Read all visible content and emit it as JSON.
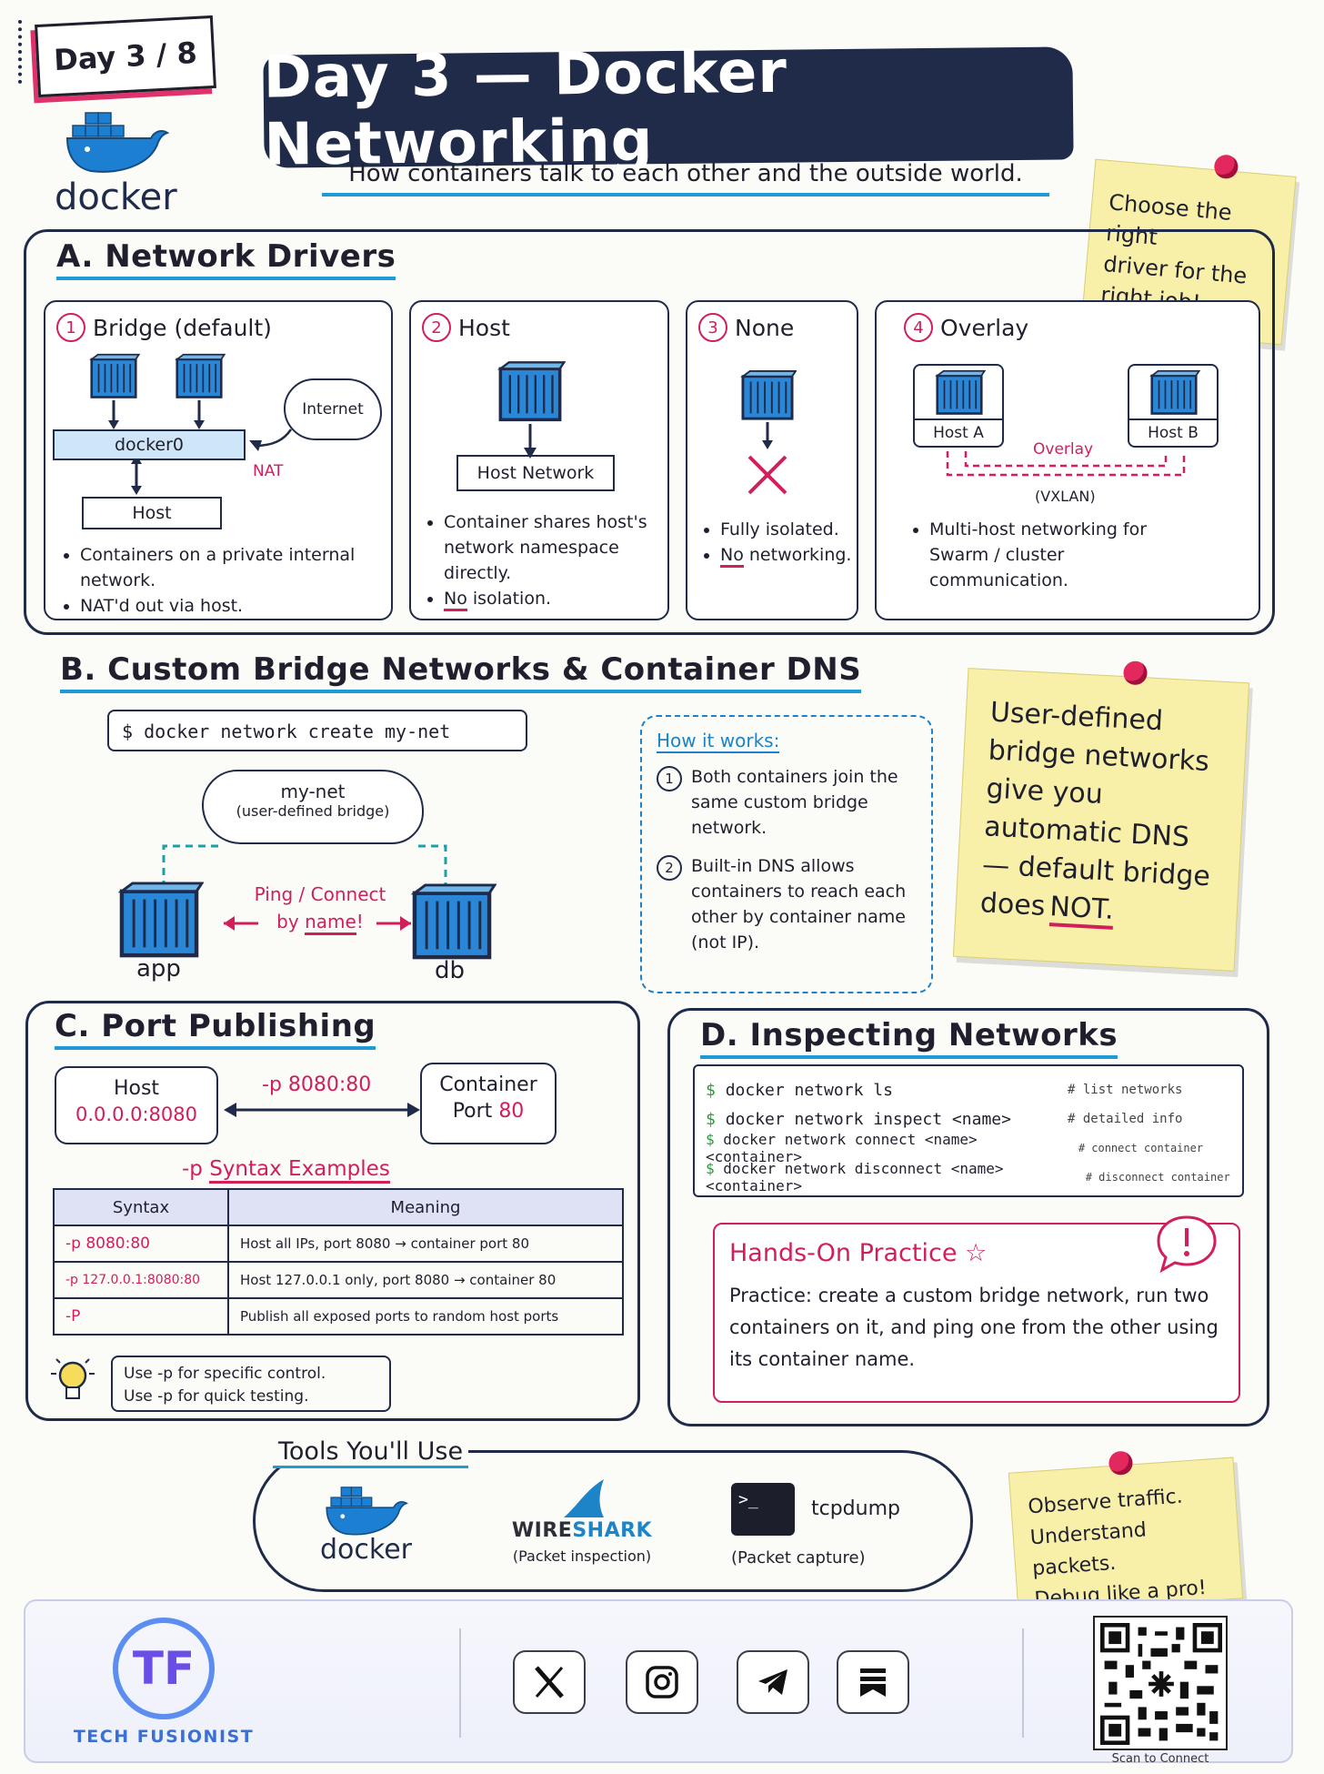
{
  "badge": {
    "label": "Day 3 / 8"
  },
  "logo": {
    "text": "docker"
  },
  "header": {
    "title": "Day 3 — Docker Networking",
    "subtitle": "How containers talk to each other and the outside world."
  },
  "sticky1": {
    "line1": "Choose the right",
    "line2": "driver for the",
    "line3": "right job!"
  },
  "sectionA": {
    "title": "A. Network Drivers",
    "bridge": {
      "num": "1",
      "title": "Bridge (default)",
      "docker0": "docker0",
      "internet": "Internet",
      "nat": "NAT",
      "host": "Host",
      "bullets": [
        "Containers on a private internal network.",
        "NAT'd out via host."
      ]
    },
    "host": {
      "num": "2",
      "title": "Host",
      "network": "Host Network",
      "bullet1": "Container shares host's network namespace directly.",
      "bullet2_no": "No",
      "bullet2_rest": " isolation."
    },
    "none": {
      "num": "3",
      "title": "None",
      "bullet1": "Fully isolated.",
      "bullet2_no": "No",
      "bullet2_rest": " networking."
    },
    "overlay": {
      "num": "4",
      "title": "Overlay",
      "hostA": "Host A",
      "hostB": "Host B",
      "overlay_label": "Overlay",
      "vxlan": "(VXLAN)",
      "bullet": "Multi-host networking for Swarm / cluster communication."
    }
  },
  "sectionB": {
    "title": "B. Custom Bridge Networks & Container DNS",
    "command": "$ docker network create my-net",
    "cloud_name": "my-net",
    "cloud_sub": "(user-defined bridge)",
    "ping": "Ping / Connect",
    "by": "by",
    "name_word": "name",
    "excl": "!",
    "app": "app",
    "db": "db",
    "how_title": "How it works:",
    "steps": [
      {
        "num": "1",
        "text": "Both containers join the same custom bridge network."
      },
      {
        "num": "2",
        "text": "Built-in DNS allows containers to reach each other by container name (not IP)."
      }
    ]
  },
  "sticky2": {
    "text": "User-defined bridge networks give you automatic DNS — default bridge does",
    "not": "NOT."
  },
  "sectionC": {
    "title": "C. Port Publishing",
    "host_label": "Host",
    "host_ip": "0.0.0.0:8080",
    "flag": "-p 8080:80",
    "container_label": "Container",
    "port_label": "Port",
    "port_num": "80",
    "examples_flag": "-p",
    "examples_title": "Syntax Examples",
    "headers": [
      "Syntax",
      "Meaning"
    ],
    "rows": [
      {
        "syntax": "-p 8080:80",
        "meaning": "Host all IPs, port 8080 → container port 80"
      },
      {
        "syntax": "-p 127.0.0.1:8080:80",
        "meaning": "Host 127.0.0.1 only, port 8080 → container 80"
      },
      {
        "syntax": "-P",
        "meaning": "Publish all exposed ports to random host ports"
      }
    ],
    "tip1": "Use -p for specific control.",
    "tip2": "Use -p for quick testing."
  },
  "sectionD": {
    "title": "D. Inspecting Networks",
    "commands": [
      {
        "cmd": "docker network ls",
        "comment": "# list networks"
      },
      {
        "cmd": "docker network inspect <name>",
        "comment": "# detailed info"
      },
      {
        "cmd": "docker network connect <name> <container>",
        "comment": "# connect container"
      },
      {
        "cmd": "docker network disconnect <name> <container>",
        "comment": "# disconnect container"
      }
    ],
    "practice_title": "Hands-On Practice",
    "practice_text": "Practice: create a custom bridge network, run two containers on it, and ping one from the other using its container name."
  },
  "tools": {
    "title": "Tools You'll Use",
    "docker": "docker",
    "wire": "WIRE",
    "shark": "SHARK",
    "wireshark_caption": "(Packet inspection)",
    "tcpdump": "tcpdump",
    "tcpdump_caption": "(Packet capture)"
  },
  "sticky3": {
    "line1": "Observe traffic.",
    "line2": "Understand packets.",
    "line3": "Debug like a pro!"
  },
  "footer": {
    "brand": "TECH FUSIONIST",
    "monogram": "TF",
    "scan": "Scan to Connect"
  },
  "colors": {
    "accent_blue": "#1e9bd6",
    "accent_pink": "#d11f5c",
    "navy": "#1f2b48",
    "sticky": "#f8f0a8"
  }
}
